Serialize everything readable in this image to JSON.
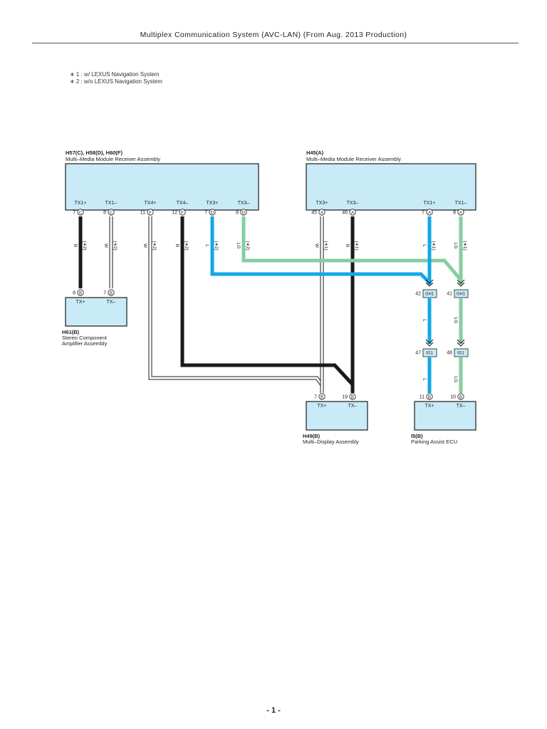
{
  "page": {
    "title": "Multiplex Communication System (AVC-LAN) (From Aug. 2013 Production)",
    "page_number": "- 1 -"
  },
  "notes": [
    "∗ 1 : w/ LEXUS Navigation System",
    "∗ 2 : w/o LEXUS Navigation System"
  ],
  "colors": {
    "component_fill": "#c9ebf8",
    "wire_b": "#1a1a1a",
    "wire_l": "#12a8e6",
    "wire_lg": "#86ce9f",
    "wire_w": "#ffffff"
  },
  "components": {
    "receiver_left": {
      "code": "H57(C), H58(D), H60(F)",
      "name": "Multi–Media Module Receiver Assembly",
      "pins": [
        {
          "label": "TX1+",
          "num": "7",
          "conn": "C"
        },
        {
          "label": "TX1–",
          "num": "8",
          "conn": "C"
        },
        {
          "label": "TX4+",
          "num": "11",
          "conn": "F"
        },
        {
          "label": "TX4–",
          "num": "12",
          "conn": "F"
        },
        {
          "label": "TX3+",
          "num": "7",
          "conn": "D"
        },
        {
          "label": "TX3–",
          "num": "8",
          "conn": "D"
        }
      ]
    },
    "receiver_right": {
      "code": "H45(A)",
      "name": "Multi–Media Module Receiver Assembly",
      "pins": [
        {
          "label": "TX3+",
          "num": "45",
          "conn": "A"
        },
        {
          "label": "TX3–",
          "num": "46",
          "conn": "A"
        },
        {
          "label": "TX1+",
          "num": "7",
          "conn": "A"
        },
        {
          "label": "TX1–",
          "num": "8",
          "conn": "A"
        }
      ]
    },
    "amplifier": {
      "code": "H61(B)",
      "name_line1": "Stereo Component",
      "name_line2": "Amplifier Assembly",
      "pins": [
        {
          "label": "TX+",
          "num": "8",
          "conn": "B"
        },
        {
          "label": "TX–",
          "num": "7",
          "conn": "B"
        }
      ]
    },
    "display": {
      "code": "H49(B)",
      "name": "Multi–Display Assembly",
      "pins": [
        {
          "label": "TX+",
          "num": "7",
          "conn": "B"
        },
        {
          "label": "TX–",
          "num": "19",
          "conn": "B"
        }
      ]
    },
    "parking": {
      "code": "I5(B)",
      "name": "Parking Assist ECU",
      "pins": [
        {
          "label": "TX+",
          "num": "11",
          "conn": "B"
        },
        {
          "label": "TX–",
          "num": "10",
          "conn": "B"
        }
      ]
    }
  },
  "wire_labels": [
    {
      "color": "B",
      "note": "(∗2)"
    },
    {
      "color": "W",
      "note": "(∗2)"
    },
    {
      "color": "W",
      "note": "(∗2)"
    },
    {
      "color": "B",
      "note": "(∗2)"
    },
    {
      "color": "L",
      "note": "(∗2)"
    },
    {
      "color": "LG",
      "note": "(∗2)"
    },
    {
      "color": "W",
      "note": "(∗1)"
    },
    {
      "color": "B",
      "note": "(∗1)"
    },
    {
      "color": "L",
      "note": "(∗1)"
    },
    {
      "color": "LG",
      "note": "(∗1)"
    }
  ],
  "wire_labels_lower": [
    "L",
    "LG",
    "L",
    "LG"
  ],
  "junctions": [
    {
      "num": "42",
      "code": "GH1"
    },
    {
      "num": "41",
      "code": "GH1"
    },
    {
      "num": "47",
      "code": "IG1"
    },
    {
      "num": "48",
      "code": "IG1"
    }
  ]
}
